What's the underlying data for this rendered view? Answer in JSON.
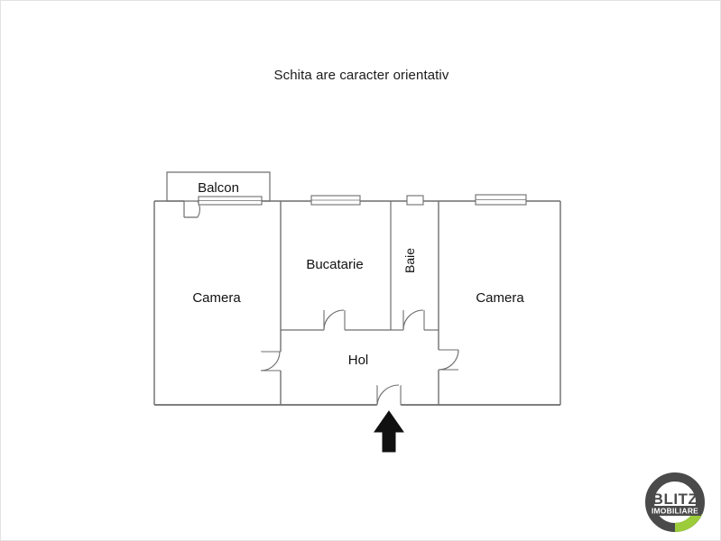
{
  "plan": {
    "title": "Schita are caracter orientativ",
    "wall_color": "#6d6d6d",
    "background_color": "#ffffff",
    "rooms": [
      {
        "key": "balcon",
        "label": "Balcon",
        "orientation": "horizontal"
      },
      {
        "key": "camera_l",
        "label": "Camera",
        "orientation": "horizontal"
      },
      {
        "key": "bucatarie",
        "label": "Bucatarie",
        "orientation": "horizontal"
      },
      {
        "key": "baie",
        "label": "Baie",
        "orientation": "vertical"
      },
      {
        "key": "camera_r",
        "label": "Camera",
        "orientation": "horizontal"
      },
      {
        "key": "hol",
        "label": "Hol",
        "orientation": "horizontal"
      }
    ],
    "entry_marker": "entrance-arrow-up"
  },
  "logo": {
    "name_primary": "BLITZ",
    "name_secondary": "IMOBILIARE",
    "ring_color": "#4a4a4a",
    "accent_color": "#9ccc39"
  }
}
